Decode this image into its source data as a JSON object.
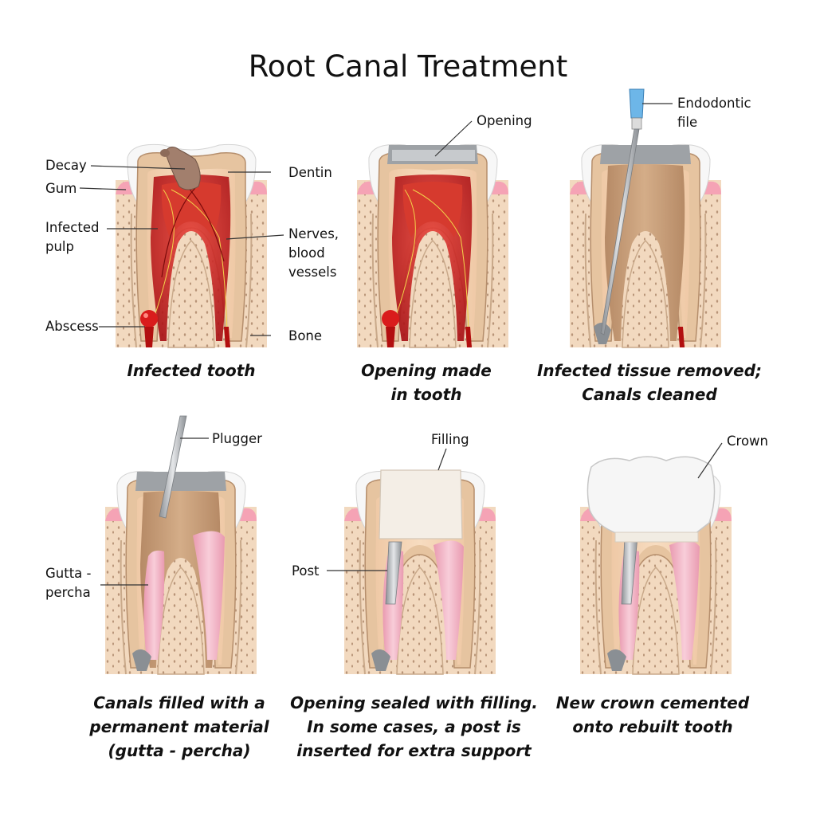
{
  "title": "Root Canal Treatment",
  "panels": [
    {
      "caption": "Infected tooth",
      "labels": {
        "decay": "Decay",
        "gum": "Gum",
        "infected_pulp": "Infected\npulp",
        "abscess": "Abscess",
        "dentin": "Dentin",
        "nerves": "Nerves,\nblood\nvessels",
        "bone": "Bone"
      }
    },
    {
      "caption": "Opening made\nin tooth",
      "labels": {
        "opening": "Opening"
      }
    },
    {
      "caption": "Infected tissue removed;\nCanals cleaned",
      "labels": {
        "file": "Endodontic\nfile"
      }
    },
    {
      "caption": "Canals filled with a\npermanent material\n(gutta - percha)",
      "labels": {
        "plugger": "Plugger",
        "gutta": "Gutta -\npercha"
      }
    },
    {
      "caption": "Opening sealed with filling.\nIn some cases, a post is\ninserted for extra support",
      "labels": {
        "filling": "Filling",
        "post": "Post"
      }
    },
    {
      "caption": "New crown cemented\nonto rebuilt tooth",
      "labels": {
        "crown": "Crown"
      }
    }
  ],
  "colors": {
    "bone": "#f2d9bf",
    "gum": "#f5a3b5",
    "enamel": "#f4f4f4",
    "dentin": "#d9b08f",
    "pulp_infected": "#c9161d",
    "pulp_clean": "#c89c78",
    "gutta_percha": "#f0b3c4",
    "metal": "#b9bcbf",
    "crown": "#f7f7f7"
  }
}
